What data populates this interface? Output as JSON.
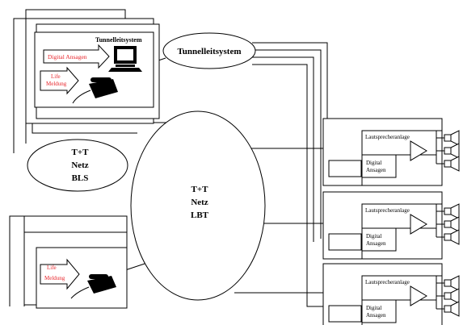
{
  "top_group": {
    "screen_title": "Tunnelleitsystem",
    "digital_label": "Digital Ansagen",
    "life_label_1": "Life",
    "life_label_2": "Meldung"
  },
  "tunnel_system": {
    "label": "Tunnelleitsystem"
  },
  "net_bls": {
    "line1": "T+T",
    "line2": "Netz",
    "line3": "BLS"
  },
  "net_lbt": {
    "line1": "T+T",
    "line2": "Netz",
    "line3": "LBT"
  },
  "bottom_group": {
    "life_label_1": "Life",
    "life_label_2": "Meldung"
  },
  "speaker_units": [
    {
      "title": "Lautsprecheranlage",
      "digital_1": "Digital",
      "digital_2": "Ansagen"
    },
    {
      "title": "Lautsprecheranlage",
      "digital_1": "Digital",
      "digital_2": "Ansagen"
    },
    {
      "title": "Lautsprecheranlage",
      "digital_1": "Digital",
      "digital_2": "Ansagen"
    }
  ],
  "colors": {
    "line": "#000000",
    "accent_text": "#e8262c",
    "background": "#ffffff"
  },
  "icons": [
    "computer-icon",
    "telephone-icon",
    "right-arrow-icon",
    "amplifier-icon",
    "loudspeaker-icon"
  ]
}
